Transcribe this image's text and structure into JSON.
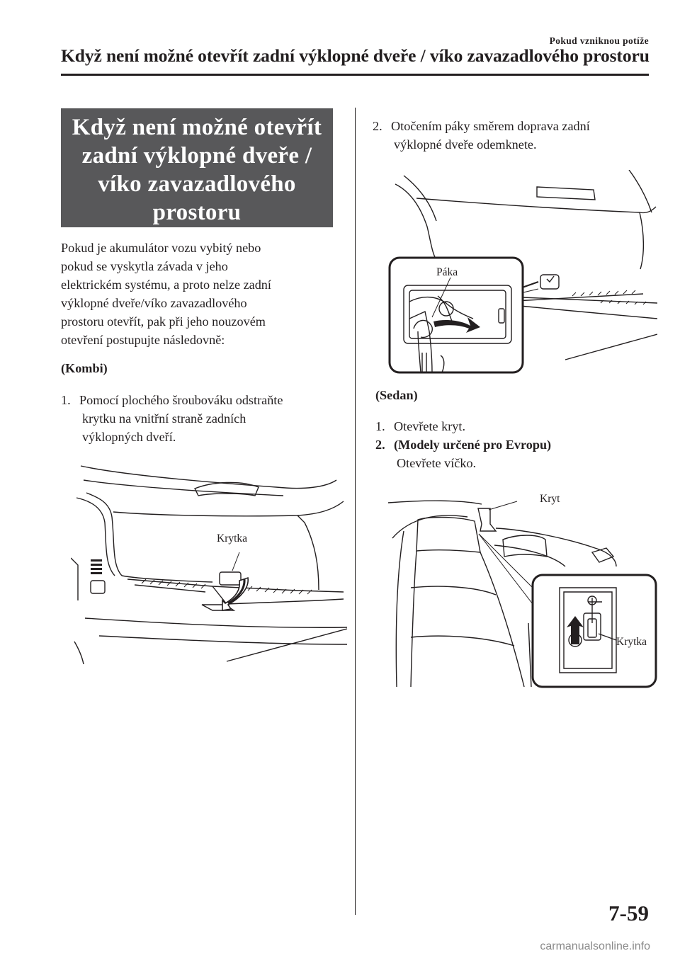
{
  "header": {
    "section": "Pokud vzniknou potíže",
    "title": "Když není možné otevřít zadní výklopné dveře / víko zavazadlového prostoru"
  },
  "title_box": {
    "lines": [
      "Když není možné otevřít",
      "zadní výklopné dveře /",
      "víko zavazadlového",
      "prostoru"
    ]
  },
  "left": {
    "intro_lines": [
      "Pokud je akumulátor vozu vybitý nebo",
      "pokud se vyskytla závada v jeho",
      "elektrickém systému, a proto nelze zadní",
      "výklopné dveře/víko zavazadlového",
      "prostoru otevřít, pak při jeho nouzovém",
      "otevření postupujte následovně:"
    ],
    "kombi_heading": "(Kombi)",
    "step1_num": "1.",
    "step1_lines": [
      "Pomocí plochého šroubováku odstraňte",
      "krytku na vnitřní straně zadních",
      "výklopných dveří."
    ],
    "fig1_label": "Krytka"
  },
  "right": {
    "step2_num": "2.",
    "step2_lines": [
      "Otočením páky směrem doprava zadní",
      "výklopné dveře odemknete."
    ],
    "fig2_label": "Páka",
    "sedan_heading": "(Sedan)",
    "sedan_step1_num": "1.",
    "sedan_step1": "Otevřete kryt.",
    "sedan_step2_num": "2.",
    "sedan_step2_bold": "(Modely určené pro Evropu)",
    "sedan_step2_text": "Otevřete víčko.",
    "fig3_label_kryt": "Kryt",
    "fig3_label_krytka": "Krytka"
  },
  "footer": {
    "page_number": "7-59",
    "watermark": "carmanualsonline.info"
  }
}
